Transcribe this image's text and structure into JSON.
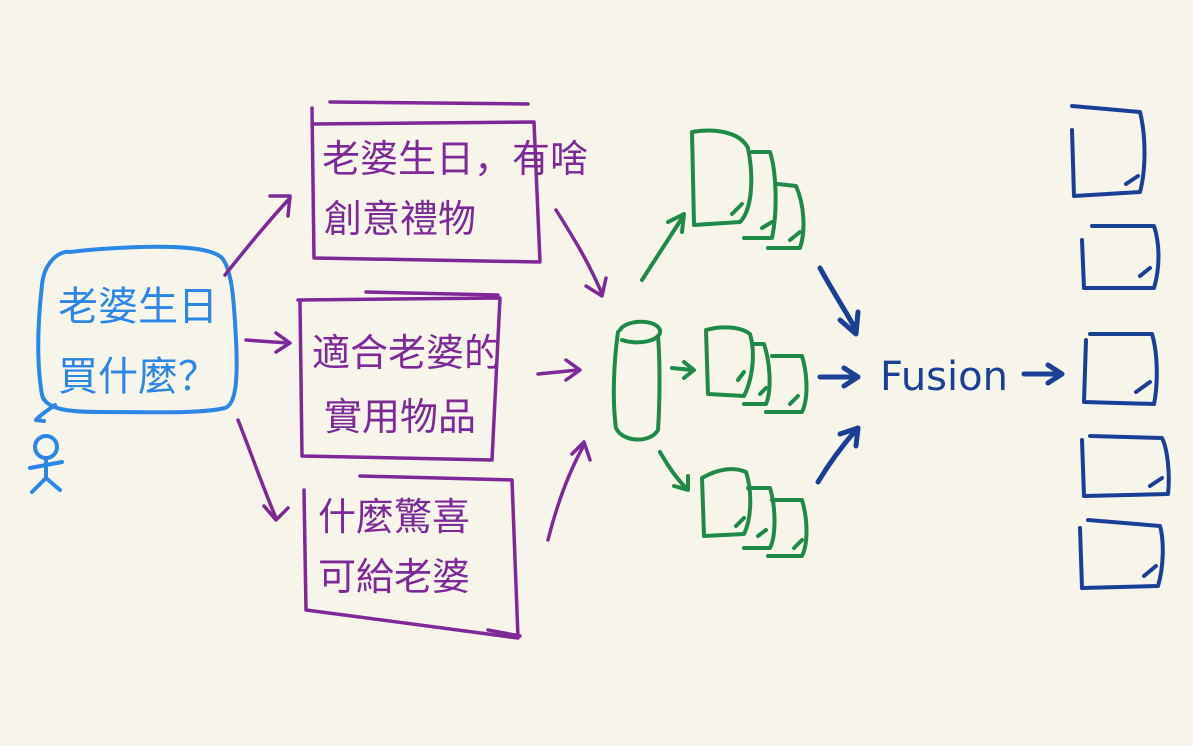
{
  "question": {
    "line1": "老婆生日",
    "line2": "買什麼？"
  },
  "prompts": [
    {
      "line1": "老婆生日，有啥",
      "line2": "創意禮物"
    },
    {
      "line1": "適合老婆的",
      "line2": "實用物品"
    },
    {
      "line1": "什麼驚喜",
      "line2": "可給老婆"
    }
  ],
  "fusion_label": "Fusion",
  "colors": {
    "question": "#2b86e6",
    "prompts": "#7d2996",
    "retrieval": "#1f8a48",
    "fusion": "#1a3f94",
    "background": "#f7f4ea"
  },
  "icons": {
    "person": "stick-person-icon",
    "database": "database-cylinder-icon",
    "document": "document-icon"
  }
}
